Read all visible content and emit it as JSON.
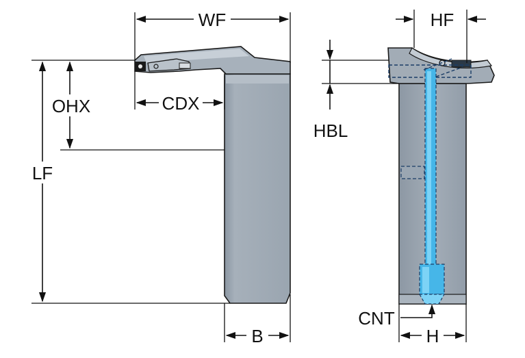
{
  "labels": {
    "wf": "WF",
    "hf": "HF",
    "ohx": "OHX",
    "cdx": "CDX",
    "lf": "LF",
    "hbl": "HBL",
    "b": "B",
    "cnt": "CNT",
    "h": "H"
  },
  "colors": {
    "body": "#9ea9b4",
    "body_dark": "#7f8a96",
    "body_light": "#c4ccd4",
    "coolant": "#46b6e8",
    "coolant_light": "#7dd3f6",
    "line": "#111111"
  }
}
